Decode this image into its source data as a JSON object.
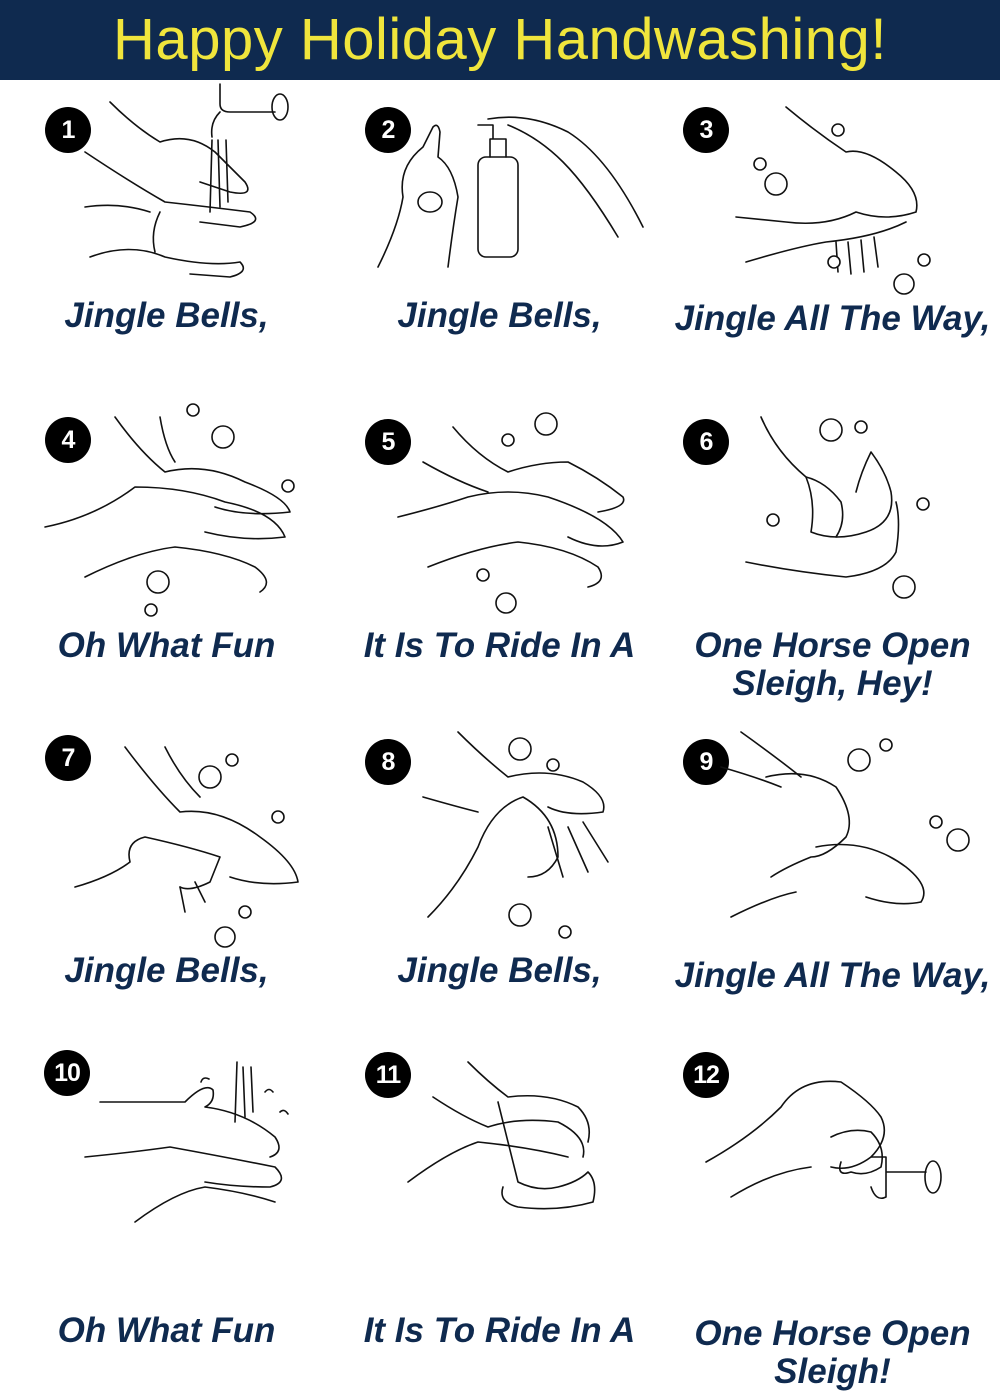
{
  "header": {
    "title": "Happy Holiday Handwashing!",
    "background_color": "#0f2a4f",
    "title_color": "#f0e53c"
  },
  "caption_color": "#0f2a4f",
  "steps": [
    {
      "number": "1",
      "caption": "Jingle Bells,",
      "illustration": "hands-under-running-tap-icon"
    },
    {
      "number": "2",
      "caption": "Jingle Bells,",
      "illustration": "soap-pump-dispenser-icon"
    },
    {
      "number": "3",
      "caption": "Jingle All The Way,",
      "illustration": "rub-palms-together-icon"
    },
    {
      "number": "4",
      "caption": "Oh What Fun",
      "illustration": "back-of-hands-interlaced-icon"
    },
    {
      "number": "5",
      "caption": "It Is To Ride In A",
      "illustration": "between-fingers-icon"
    },
    {
      "number": "6",
      "caption": "One Horse Open Sleigh, Hey!",
      "illustration": "thumb-rub-icon"
    },
    {
      "number": "7",
      "caption": "Jingle Bells,",
      "illustration": "fingertips-in-palm-icon"
    },
    {
      "number": "8",
      "caption": "Jingle Bells,",
      "illustration": "interlocked-fingers-icon"
    },
    {
      "number": "9",
      "caption": "Jingle All The Way,",
      "illustration": "wrist-rub-icon"
    },
    {
      "number": "10",
      "caption": "Oh What Fun",
      "illustration": "rinse-hands-icon"
    },
    {
      "number": "11",
      "caption": "It Is To Ride In A",
      "illustration": "dry-with-towel-icon"
    },
    {
      "number": "12",
      "caption": "One Horse Open Sleigh!",
      "illustration": "turn-off-tap-with-towel-icon"
    }
  ]
}
